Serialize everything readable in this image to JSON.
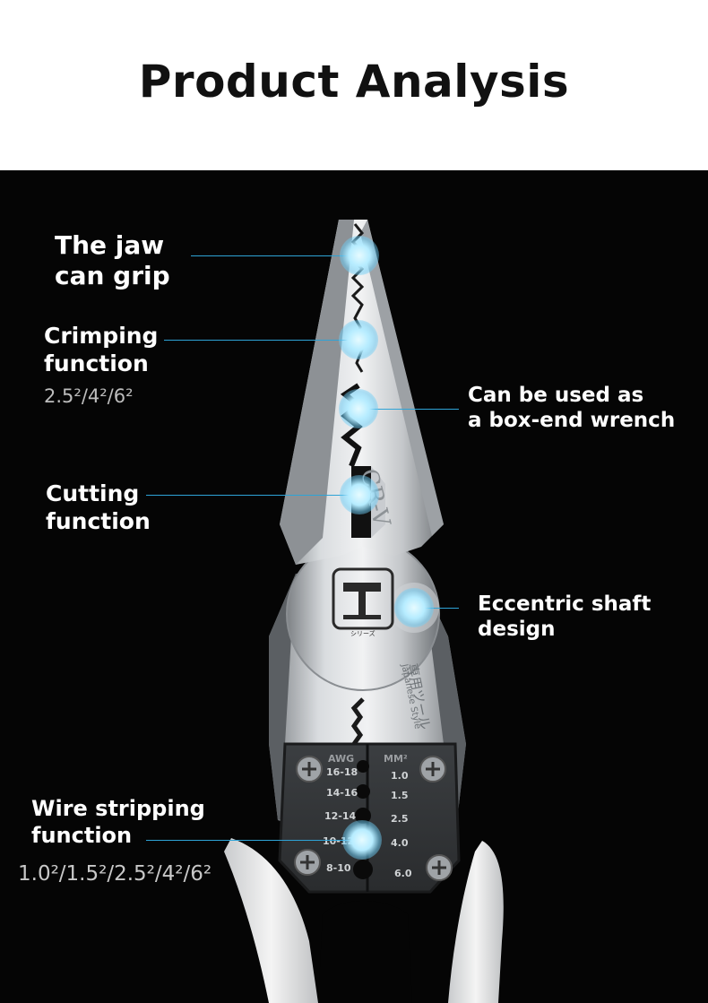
{
  "page": {
    "title": "Product Analysis"
  },
  "features": {
    "jaw": {
      "line1": "The jaw",
      "line2": "can grip"
    },
    "crimping": {
      "line1": "Crimping",
      "line2": "function",
      "sizes": "2.5²/4²/6²"
    },
    "box_wrench": {
      "line1": "Can be used as",
      "line2": "a box-end wrench"
    },
    "cutting": {
      "line1": "Cutting",
      "line2": "function"
    },
    "eccentric": {
      "line1": "Eccentric shaft",
      "line2": "design"
    },
    "stripping": {
      "line1": "Wire stripping",
      "line2": "function",
      "sizes": "1.0²/1.5²/2.5²/4²/6²"
    }
  },
  "tool_markings": {
    "steel_grade": "CR-V",
    "logo_caption": "シリーズ",
    "japanese_text": "専用ツール",
    "style_text": "Japanese Style",
    "awg_header": "AWG",
    "mm_header": "MM²",
    "awg_values": [
      "16-18",
      "14-16",
      "12-14",
      "10-12",
      "8-10"
    ],
    "mm_values": [
      "1.0",
      "1.5",
      "2.5",
      "4.0",
      "6.0"
    ]
  },
  "colors": {
    "accent": "#2ea3d6",
    "background": "#050505",
    "highlight": "#b6ecff"
  },
  "icons": {
    "logo": "hammer-logo-icon"
  }
}
